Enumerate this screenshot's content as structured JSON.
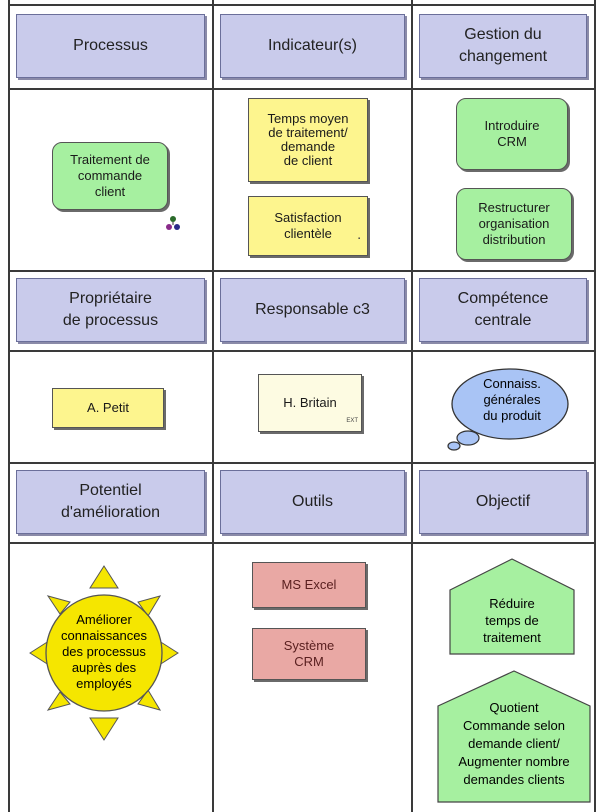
{
  "headers": {
    "processus": "Processus",
    "indicateurs": "Indicateur(s)",
    "gestion_l1": "Gestion du",
    "gestion_l2": "changement",
    "proprietaire_l1": "Propriétaire",
    "proprietaire_l2": "de processus",
    "responsable": "Responsable c3",
    "competence_l1": "Compétence",
    "competence_l2": "centrale",
    "potentiel_l1": "Potentiel",
    "potentiel_l2": "d'amélioration",
    "outils": "Outils",
    "objectif": "Objectif"
  },
  "row1": {
    "process_box": [
      "Traitement de",
      "commande",
      "client"
    ],
    "indicator1": [
      "Temps moyen",
      "de traitement/",
      "demande",
      "de client"
    ],
    "indicator2": [
      "Satisfaction",
      "clientèle"
    ],
    "change1": [
      "Introduire",
      "CRM"
    ],
    "change2": [
      "Restructurer",
      "organisation",
      "distribution"
    ]
  },
  "row2": {
    "owner": "A. Petit",
    "responsible": "H. Britain",
    "responsible_tag": "EXT",
    "competence": [
      "Connaiss.",
      "générales",
      "du produit"
    ]
  },
  "row3": {
    "improvement": [
      "Améliorer",
      "connaissances",
      "des processus",
      "auprès des",
      "employés"
    ],
    "tool1": "MS Excel",
    "tool2": [
      "Système",
      "CRM"
    ],
    "objective1": [
      "Réduire",
      "temps de",
      "traitement"
    ],
    "objective2": [
      "Quotient",
      "Commande selon",
      "demande client/",
      "Augmenter nombre",
      "demandes clients"
    ]
  },
  "colors": {
    "header_fill": "#c9cbeb",
    "green": "#a6f0a0",
    "yellow": "#fdf58e",
    "pink": "#e9a8a4",
    "bubble": "#a9c4f5",
    "sun": "#f5e600"
  }
}
